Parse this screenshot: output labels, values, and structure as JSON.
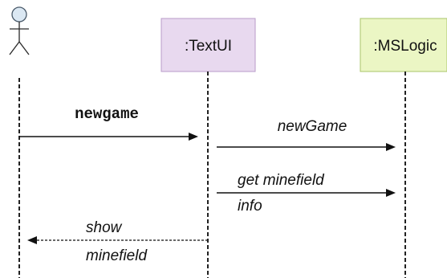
{
  "diagram": {
    "type": "sequence",
    "participants": [
      {
        "id": "user",
        "kind": "actor",
        "label": ""
      },
      {
        "id": "textui",
        "kind": "object",
        "label": ":TextUI",
        "fill": "#e8d9ef",
        "border": "#b89bc8"
      },
      {
        "id": "mslogic",
        "kind": "object",
        "label": ":MSLogic",
        "fill": "#ebf6c4",
        "border": "#a9c46a"
      }
    ],
    "messages": [
      {
        "from": "user",
        "to": "textui",
        "label": "newgame",
        "style": "call-mono"
      },
      {
        "from": "textui",
        "to": "mslogic",
        "label": "newGame",
        "style": "call-italic"
      },
      {
        "from": "textui",
        "to": "mslogic",
        "label_lines": [
          "get minefield",
          "info"
        ],
        "style": "call-italic"
      },
      {
        "from": "textui",
        "to": "user",
        "label_lines": [
          "show",
          "minefield"
        ],
        "style": "return-italic"
      }
    ]
  }
}
